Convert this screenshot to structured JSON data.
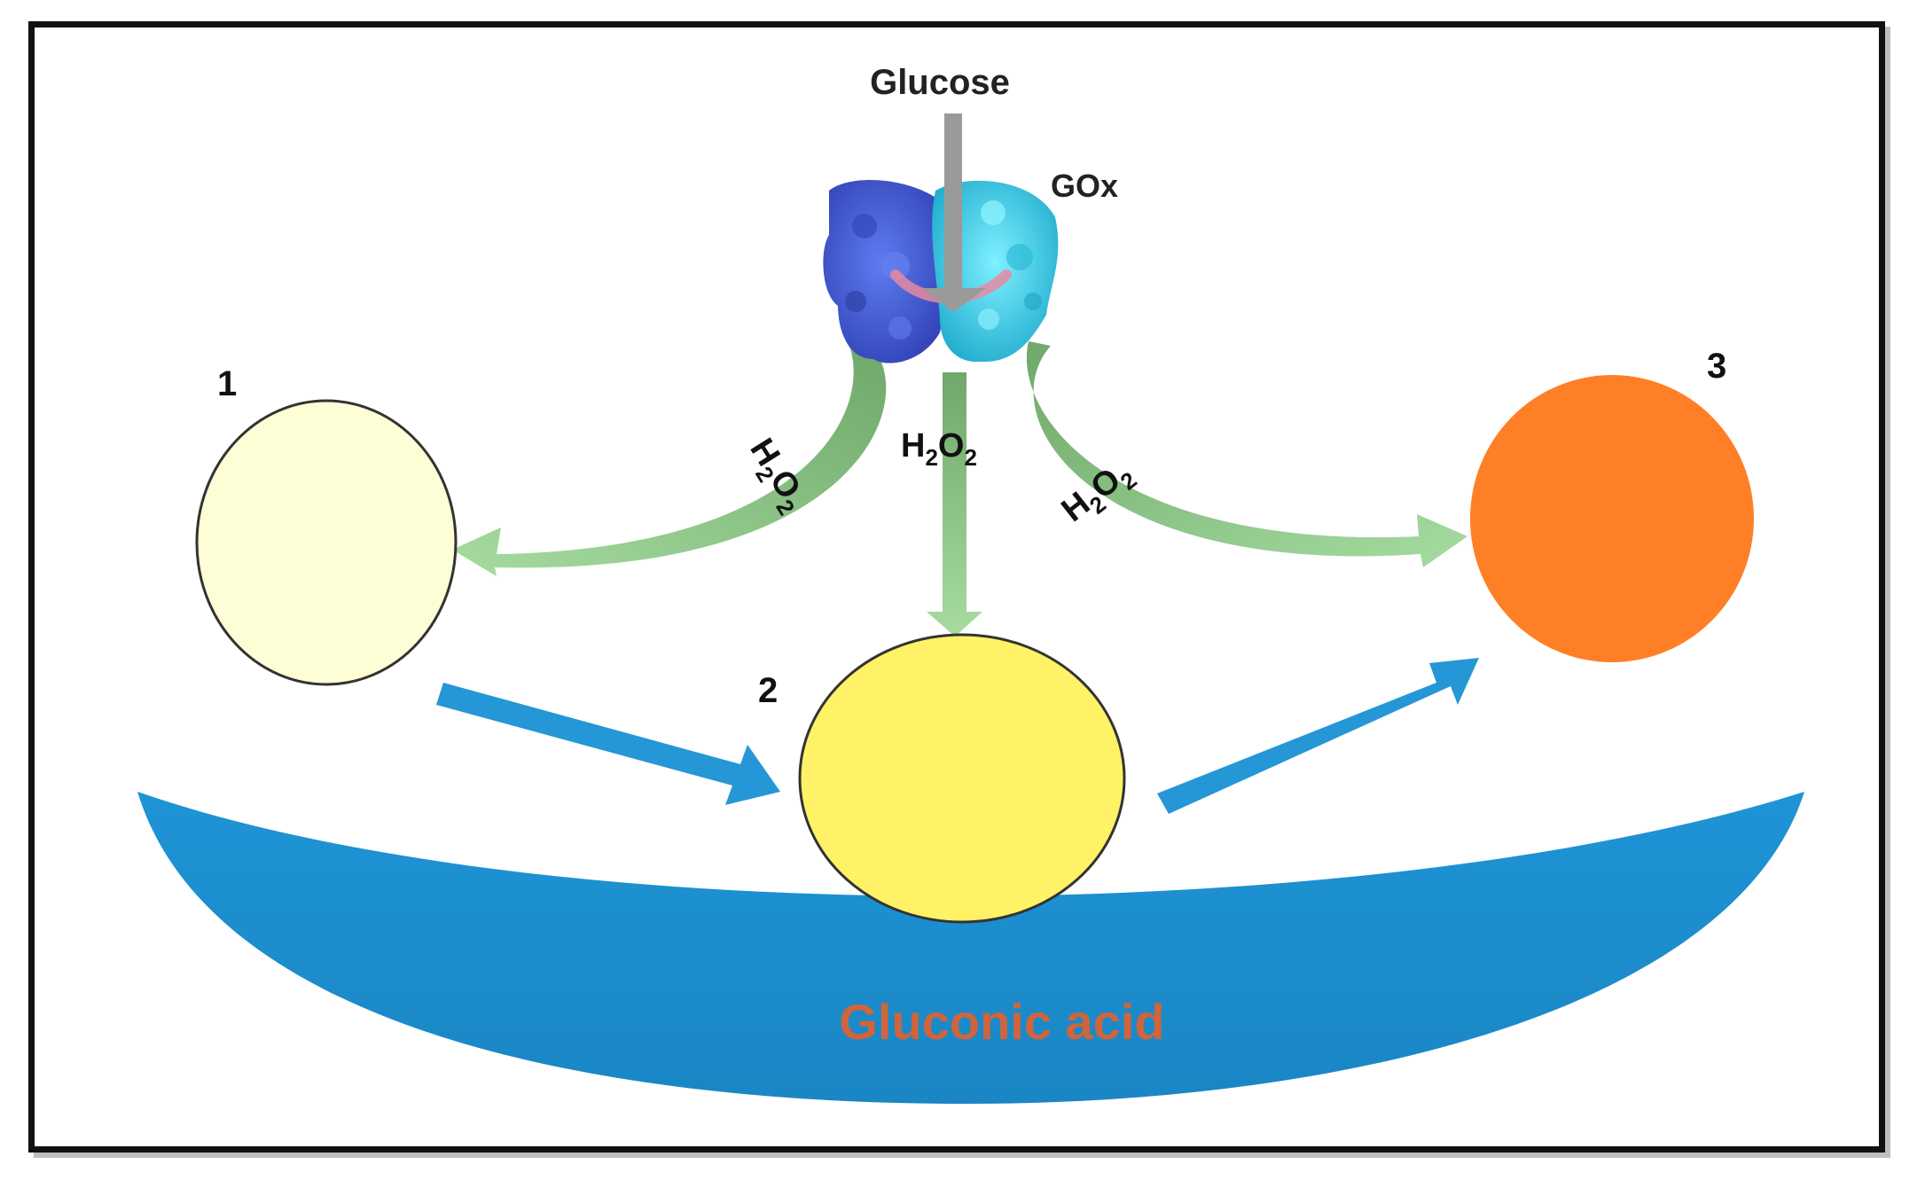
{
  "labels": {
    "glucose": "Glucose",
    "enzyme": "GOx",
    "product": "Gluconic acid",
    "peroxide_main": "H",
    "peroxide_sub1": "2",
    "peroxide_mid": "O",
    "peroxide_sub2": "2",
    "state1": "1",
    "state2": "2",
    "state3": "3"
  },
  "colors": {
    "state1_fill": "#fefed6",
    "state2_fill": "#fff266",
    "state3_fill": "#ff7f27",
    "h2o2_arrow": "#8fc98b",
    "flow_arrow": "#2596d6",
    "bowl": "#1e94d6",
    "product_text": "#d0643c",
    "glucose_arrow": "#9a9a9a",
    "enzyme_blue": "#4a63d4",
    "enzyme_cyan": "#3fd0e6"
  }
}
